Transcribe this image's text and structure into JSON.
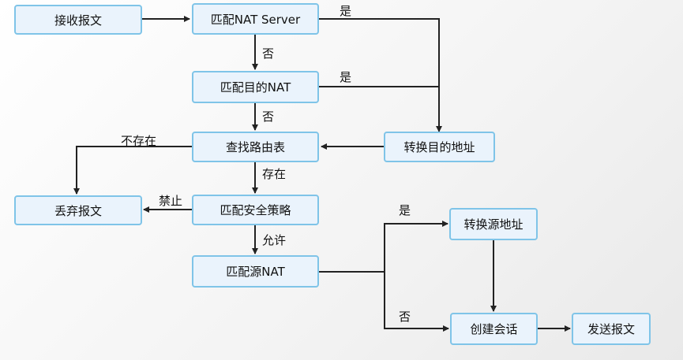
{
  "nodes": {
    "receive": "接收报文",
    "match_nat_server": "匹配NAT Server",
    "match_dest_nat": "匹配目的NAT",
    "lookup_route": "查找路由表",
    "convert_dest": "转换目的地址",
    "drop": "丢弃报文",
    "match_policy": "匹配安全策略",
    "match_src_nat": "匹配源NAT",
    "convert_src": "转换源地址",
    "create_session": "创建会话",
    "send": "发送报文"
  },
  "edge_labels": {
    "server_yes": "是",
    "server_no": "否",
    "dest_yes": "是",
    "dest_no": "否",
    "route_missing": "不存在",
    "route_exists": "存在",
    "policy_deny": "禁止",
    "policy_allow": "允许",
    "src_yes": "是",
    "src_no": "否"
  },
  "colors": {
    "node_fill": "#eaf3fc",
    "node_border": "#7fc4e8",
    "arrow": "#222222",
    "annotation": "#e02020"
  }
}
